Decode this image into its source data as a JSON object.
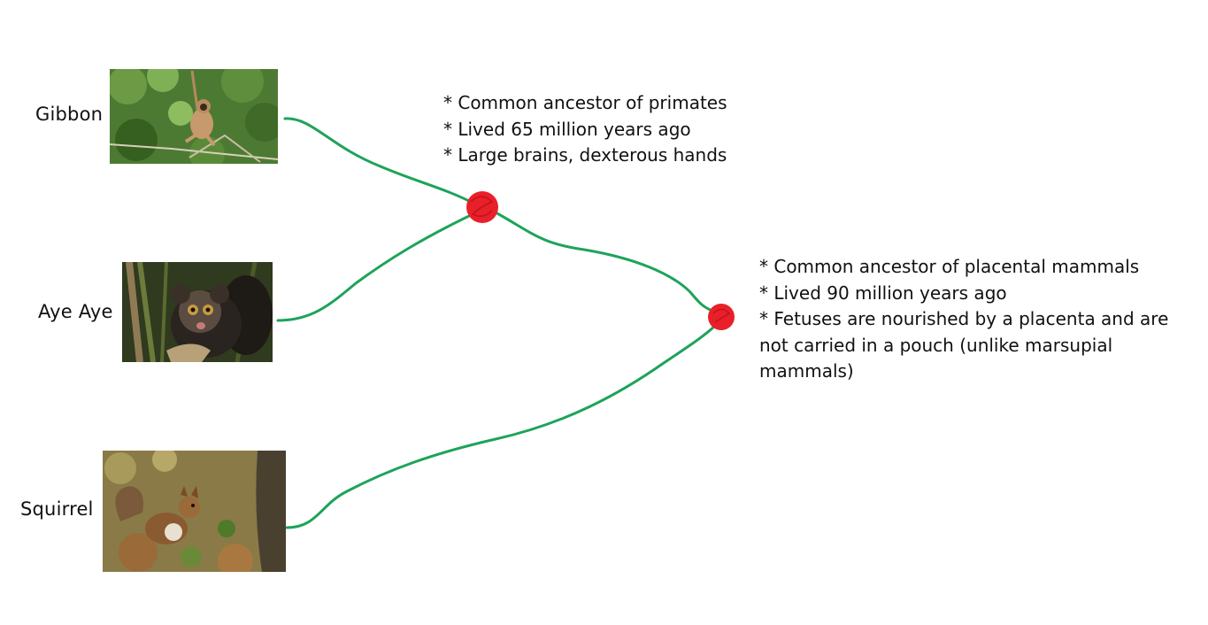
{
  "species": [
    {
      "name": "Gibbon"
    },
    {
      "name": "Aye Aye"
    },
    {
      "name": "Squirrel"
    }
  ],
  "ancestors": [
    {
      "notes": [
        "* Common ancestor of primates",
        "* Lived 65 million years ago",
        "* Large brains, dexterous hands"
      ]
    },
    {
      "notes": [
        "* Common ancestor of placental mammals",
        "* Lived 90 million years ago",
        "* Fetuses are nourished by a placenta and are not carried in a pouch (unlike marsupial mammals)"
      ]
    }
  ],
  "colors": {
    "branch": "#1ea35a",
    "node": "#e8202a"
  }
}
